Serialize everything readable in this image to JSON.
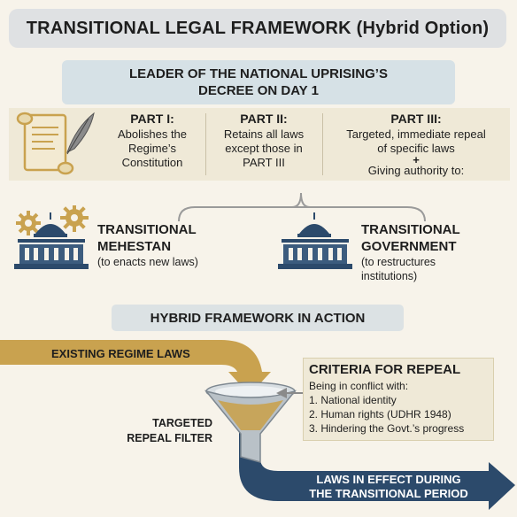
{
  "title": "TRANSITIONAL LEGAL FRAMEWORK (Hybrid Option)",
  "decree": {
    "line1": "LEADER OF THE NATIONAL UPRISING’S",
    "line2": "DECREE ON DAY 1"
  },
  "parts": [
    {
      "title": "PART I:",
      "lines": [
        "Abolishes the",
        "Regime’s",
        "Constitution"
      ]
    },
    {
      "title": "PART II:",
      "lines": [
        "Retains all laws",
        "except those in",
        "PART III"
      ]
    },
    {
      "title": "PART III:",
      "lines": [
        "Targeted, immediate repeal",
        "of specific laws",
        "+",
        "Giving authority to:"
      ]
    }
  ],
  "institutions": {
    "mehestan": {
      "title_line1": "TRANSITIONAL",
      "title_line2": "MEHESTAN",
      "sub": "(to enacts new laws)"
    },
    "government": {
      "title_line1": "TRANSITIONAL",
      "title_line2": "GOVERNMENT",
      "sub_line1": "(to restructures",
      "sub_line2": "institutions)"
    }
  },
  "hybrid": {
    "heading": "HYBRID FRAMEWORK IN ACTION",
    "existing": "EXISTING REGIME LAWS",
    "filter_line1": "TARGETED",
    "filter_line2": "REPEAL FILTER",
    "criteria": {
      "title": "CRITERIA FOR REPEAL",
      "intro": "Being in conflict with:",
      "items": [
        "1. National identity",
        "2. Human rights (UDHR 1948)",
        "3. Hindering the Govt.’s progress"
      ]
    },
    "result_line1": "LAWS IN EFFECT DURING",
    "result_line2": "THE TRANSITIONAL PERIOD"
  },
  "colors": {
    "gold": "#c9a24f",
    "navy": "#2c4a6b",
    "slate": "#3c5c7e",
    "cream": "#efe9d7"
  },
  "icons": [
    "scroll-quill-icon",
    "gears-icon",
    "capitol-building-icon",
    "funnel-icon"
  ]
}
